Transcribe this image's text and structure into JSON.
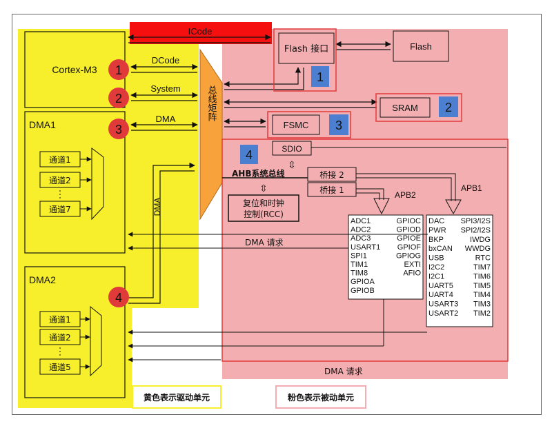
{
  "diagram": {
    "icode": "ICode",
    "dcode": "DCode",
    "system": "System",
    "dma_bus": "DMA",
    "dma_vertical": "DMA",
    "cortex": "Cortex-M3",
    "bus_matrix": "总线矩阵",
    "flash_if": "Flash 接口",
    "flash": "Flash",
    "sram": "SRAM",
    "fsmc": "FSMC",
    "sdio": "SDIO",
    "ahb": "AHB系统总线",
    "bridge2": "桥接 2",
    "bridge1": "桥接 1",
    "rcc_line1": "复位和时钟",
    "rcc_line2": "控制(RCC)",
    "apb2": "APB2",
    "apb1": "APB1",
    "dma_request_1": "DMA 请求",
    "dma_request_2": "DMA 请求",
    "dma1": {
      "title": "DMA1",
      "channels": [
        "通道1",
        "通道2",
        "通道7"
      ]
    },
    "dma2": {
      "title": "DMA2",
      "channels": [
        "通道1",
        "通道2",
        "通道5"
      ]
    },
    "apb2_left": [
      "ADC1",
      "ADC2",
      "ADC3",
      "USART1",
      "SPI1",
      "TIM1",
      "TIM8",
      "GPIOA",
      "GPIOB"
    ],
    "apb2_right": [
      "GPIOC",
      "GPIOD",
      "GPIOE",
      "GPIOF",
      "GPIOG",
      "EXTI",
      "AFIO"
    ],
    "apb1_left": [
      "DAC",
      "PWR",
      "BKP",
      "bxCAN",
      "USB",
      "I2C2",
      "I2C1",
      "UART5",
      "UART4",
      "USART3",
      "USART2"
    ],
    "apb1_right": [
      "SPI3/I2S",
      "SPI2/I2S",
      "IWDG",
      "WWDG",
      "RTC",
      "TIM7",
      "TIM6",
      "TIM5",
      "TIM4",
      "TIM3",
      "TIM2"
    ],
    "red_badges": [
      "1",
      "2",
      "3",
      "4"
    ],
    "blue_badges": [
      "1",
      "2",
      "3",
      "4"
    ],
    "legend_yellow": "黄色表示驱动单元",
    "legend_pink": "粉色表示被动单元",
    "colors": {
      "yellow": "#f7ef2b",
      "pink": "#f2aeb0",
      "red_bar": "#f50f0f",
      "orange": "#f7a23a",
      "badge_red": "#e03a3a",
      "badge_blue": "#4c7fd0",
      "box_red": "#e23a3a"
    }
  }
}
